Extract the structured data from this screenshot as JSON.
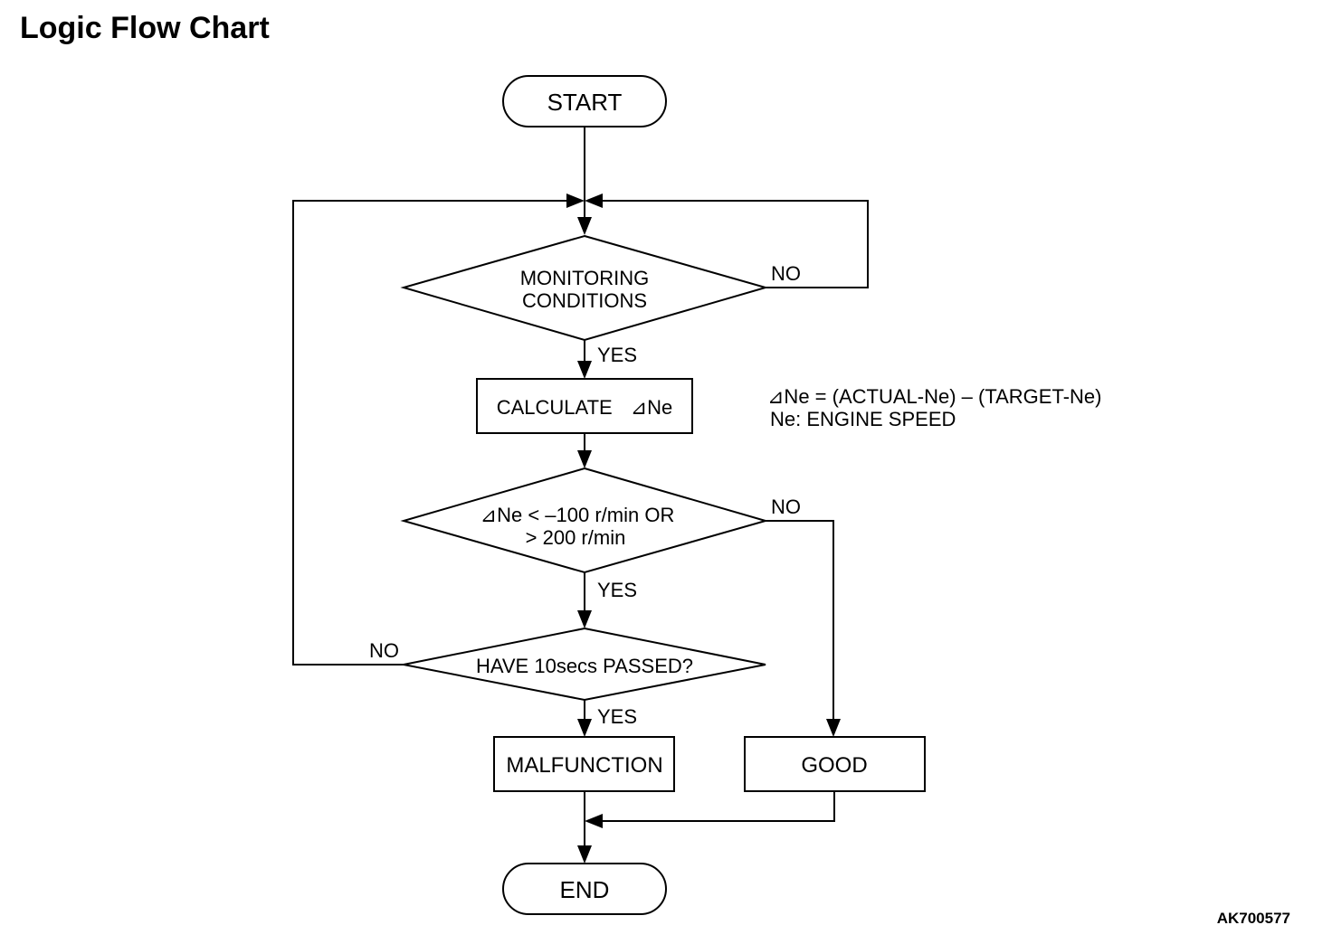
{
  "title": "Logic Flow Chart",
  "nodes": {
    "start": "START",
    "monitoring_line1": "MONITORING",
    "monitoring_line2": "CONDITIONS",
    "calculate_text": "CALCULATE",
    "delta_symbol": "⊿",
    "calculate_var": "Ne",
    "condition_line1": "⊿Ne < –100 r/min OR",
    "condition_line2": "> 200 r/min",
    "timer": "HAVE 10secs PASSED?",
    "malfunction": "MALFUNCTION",
    "good": "GOOD",
    "end": "END"
  },
  "branch_labels": {
    "monitoring_no": "NO",
    "monitoring_yes": "YES",
    "condition_no": "NO",
    "condition_yes": "YES",
    "timer_no": "NO",
    "timer_yes": "YES"
  },
  "notes": {
    "line1": "⊿Ne = (ACTUAL-Ne) – (TARGET-Ne)",
    "line2": "Ne: ENGINE SPEED"
  },
  "figure_code": "AK700577"
}
